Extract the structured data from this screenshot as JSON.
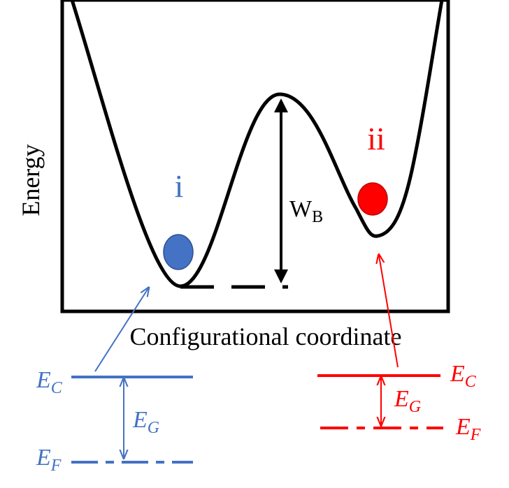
{
  "axes": {
    "ylabel": "Energy",
    "xlabel": "Configurational coordinate"
  },
  "states": {
    "i": {
      "label": "i",
      "color": "#4472C4"
    },
    "ii": {
      "label": "ii",
      "color": "#FF0000"
    }
  },
  "barrier": {
    "label_main": "W",
    "label_sub": "B"
  },
  "band_left": {
    "color": "#4472C4",
    "ec_main": "E",
    "ec_sub": "C",
    "ef_main": "E",
    "ef_sub": "F",
    "eg_main": "E",
    "eg_sub": "G"
  },
  "band_right": {
    "color": "#FF0000",
    "ec_main": "E",
    "ec_sub": "C",
    "ef_main": "E",
    "ef_sub": "F",
    "eg_main": "E",
    "eg_sub": "G"
  }
}
